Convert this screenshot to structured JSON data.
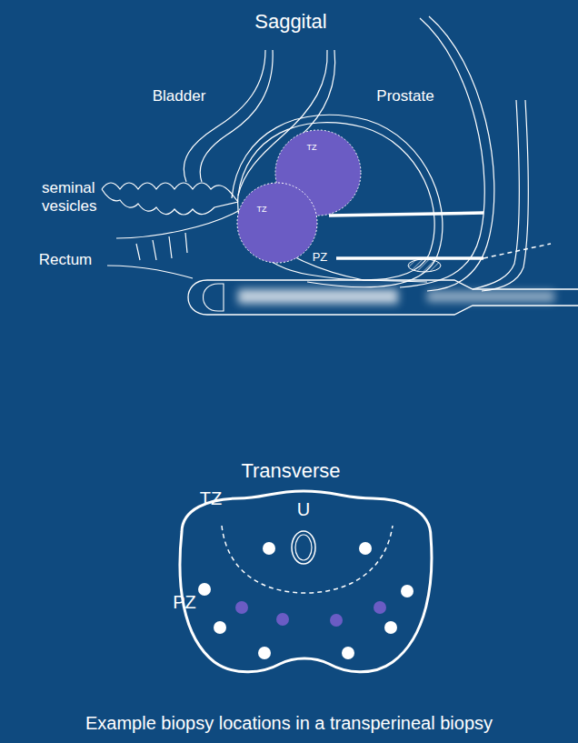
{
  "diagram": {
    "caption": "Example biopsy locations in a transperineal biopsy",
    "nodes": [
      {
        "text": [
          "TZ"
        ]
      },
      {
        "text": [
          "TZ"
        ]
      }
    ],
    "labels": [
      "Saggital",
      "Bladder",
      "Prostate",
      "PZ",
      "seminal vesicles",
      "Rectum",
      "Transverse",
      "TZ",
      "U",
      "PZ"
    ]
  }
}
